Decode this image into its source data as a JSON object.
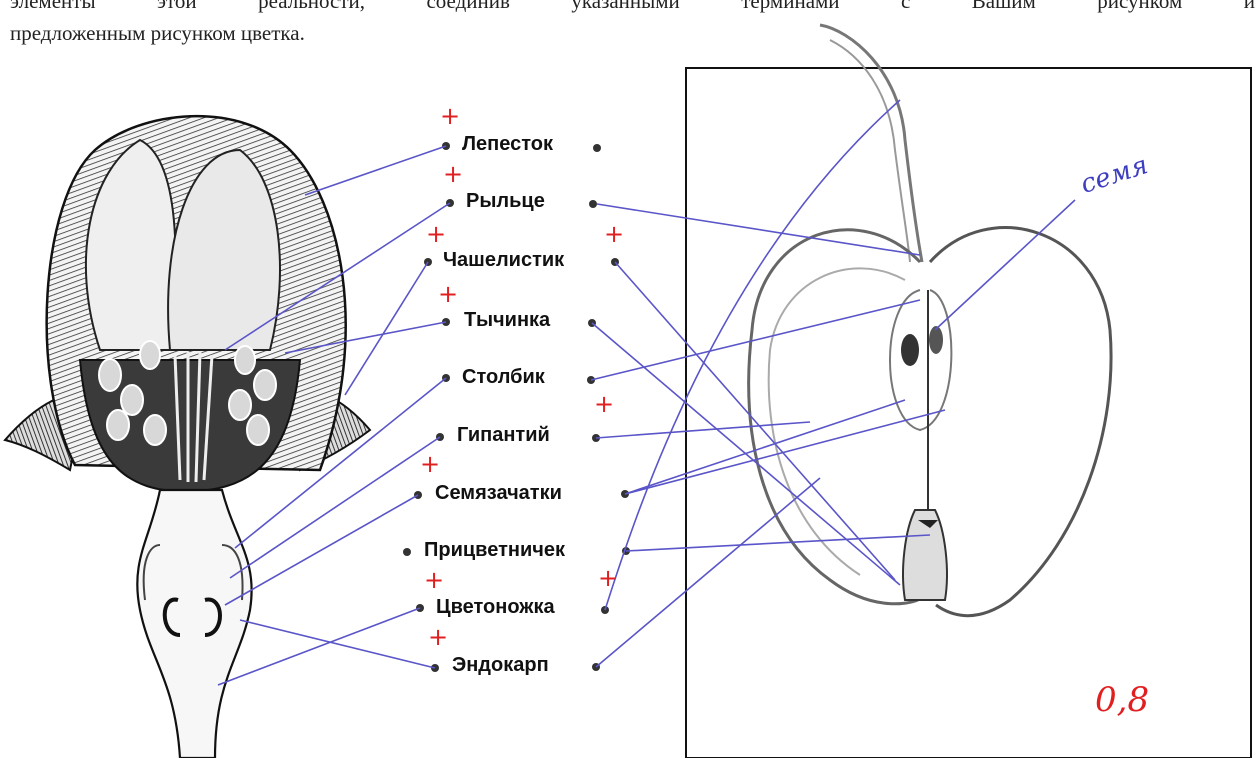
{
  "intro": {
    "line1": "элементы этой реальности, соединив указанными терминами с Вашим рисунком и",
    "line2": "предложенным рисунком цветка."
  },
  "terms": [
    {
      "label": "Лепесток"
    },
    {
      "label": "Рыльце"
    },
    {
      "label": "Чашелистик"
    },
    {
      "label": "Тычинка"
    },
    {
      "label": "Столбик"
    },
    {
      "label": "Гипантий"
    },
    {
      "label": "Семязачатки"
    },
    {
      "label": "Прицветничек"
    },
    {
      "label": "Цветоножка"
    },
    {
      "label": "Эндокарп"
    }
  ],
  "check_mark": "+",
  "annotation": "семя",
  "grade": "0,8",
  "colors": {
    "ink_lines": "#5a55c8",
    "check_marks": "#e02020",
    "text": "#111111"
  }
}
